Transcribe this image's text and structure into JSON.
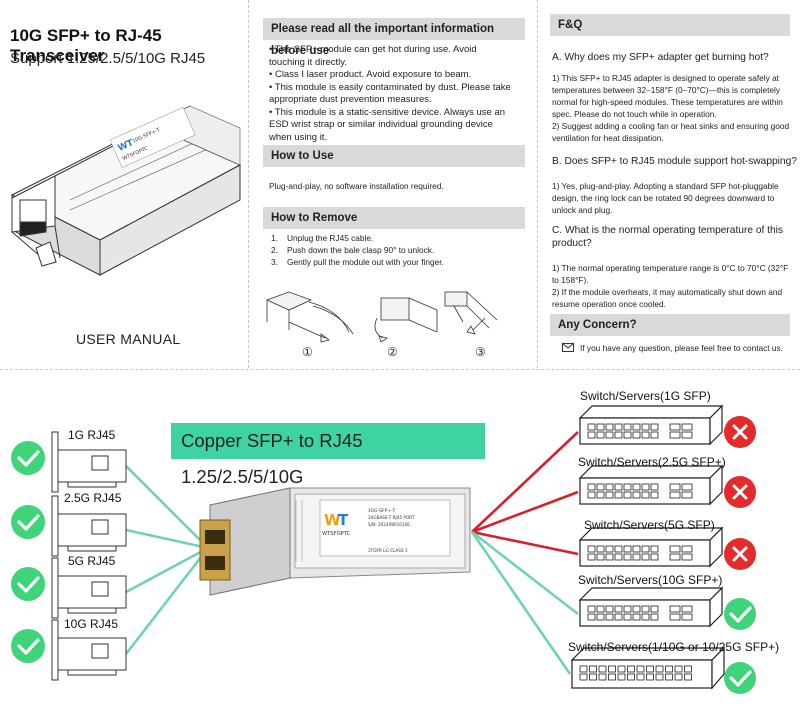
{
  "manual": {
    "title": "10G SFP+ to RJ-45 Transceiver",
    "subtitle": "Support 1.25/2.5/5/10G RJ45",
    "footer": "USER MANUAL",
    "module_label": {
      "brand": "WTSFOPTC",
      "line1": "10G-SFP+-T"
    }
  },
  "info": {
    "header": "Please read all the important information before use",
    "bullets": [
      [
        "• The SFP+ module can get hot during use. Avoid",
        "touching it directly."
      ],
      [
        "• Class I laser product. Avoid exposure to beam."
      ],
      [
        "• This module is easily contaminated by dust. Please take",
        "appropriate dust prevention measures."
      ],
      [
        "• This module is a static-sensitive device. Always use an",
        "ESD wrist strap or similar individual grounding device",
        "when using it."
      ]
    ],
    "how_to_use_header": "How to Use",
    "how_to_use_text": "Plug-and-play, no software installation required.",
    "how_to_remove_header": "How to Remove",
    "remove_steps": [
      {
        "num": "1.",
        "text": "Unplug the RJ45 cable."
      },
      {
        "num": "2.",
        "text": "Push down the bale clasp 90° to unlock."
      },
      {
        "num": "3.",
        "text": "Gently pull the module out with your finger."
      }
    ],
    "step_markers": [
      "①",
      "②",
      "③"
    ]
  },
  "faq": {
    "header": "F&Q",
    "q1": "A.  Why does my SFP+ adapter get burning hot?",
    "a1": [
      "1)  This SFP+ to RJ45 adapter is designed to operate safely at",
      "temperatures between 32–158°F (0–70°C)—this is completely",
      "normal for high-speed modules. These temperatures are within",
      "spec. Please do not touch while in operation.",
      "2)  Suggest adding a cooling fan or heat sinks and ensuring good",
      "ventilation for heat dissipation."
    ],
    "q2": "B.  Does SFP+ to RJ45 module support hot-swapping?",
    "a2": [
      "1)  Yes, plug-and-play. Adopting a standard SFP hot-pluggable",
      "design, the ring lock can be rotated 90 degrees downward to",
      "unlock and plug."
    ],
    "q3": [
      "C.  What is the normal operating temperature of this",
      "product?"
    ],
    "a3": [
      "1)  The normal operating temperature range is 0°C to 70°C (32°F",
      "to 158°F).",
      "2)  If the module overheats, it may automatically shut down and",
      "resume operation once cooled."
    ],
    "concern_header": "Any Concern?",
    "concern_text": "If you have any question, please feel free to contact us."
  },
  "compat": {
    "banner": "Copper SFP+ to RJ45 1.25/2.5/5/10G",
    "nics": [
      {
        "label": "1G RJ45"
      },
      {
        "label": "2.5G RJ45"
      },
      {
        "label": "5G RJ45"
      },
      {
        "label": "10G RJ45"
      }
    ],
    "switches": [
      {
        "label": "Switch/Servers(1G SFP)",
        "supported": false
      },
      {
        "label": "Switch/Servers(2.5G SFP+)",
        "supported": false
      },
      {
        "label": "Switch/Servers(5G SFP)",
        "supported": false
      },
      {
        "label": "Switch/Servers(10G SFP+)",
        "supported": true
      },
      {
        "label": "Switch/Servers(1/10G or 10/25G SFP+)",
        "supported": true
      }
    ],
    "colors": {
      "ok": "#3fd37a",
      "no": "#e32b2b",
      "line_ok": "#6fd3b0",
      "line_no": "#d8202a",
      "banner": "#3fd3a4"
    },
    "center_module_label": {
      "brand": "WTSFOPTC",
      "line1": "10G-SFP+-T",
      "line2": "10GBASE-T RJ45 PORT",
      "line3": "S/N: 2024080101SE",
      "line4": "3TOFR LG CLASS 1"
    }
  }
}
